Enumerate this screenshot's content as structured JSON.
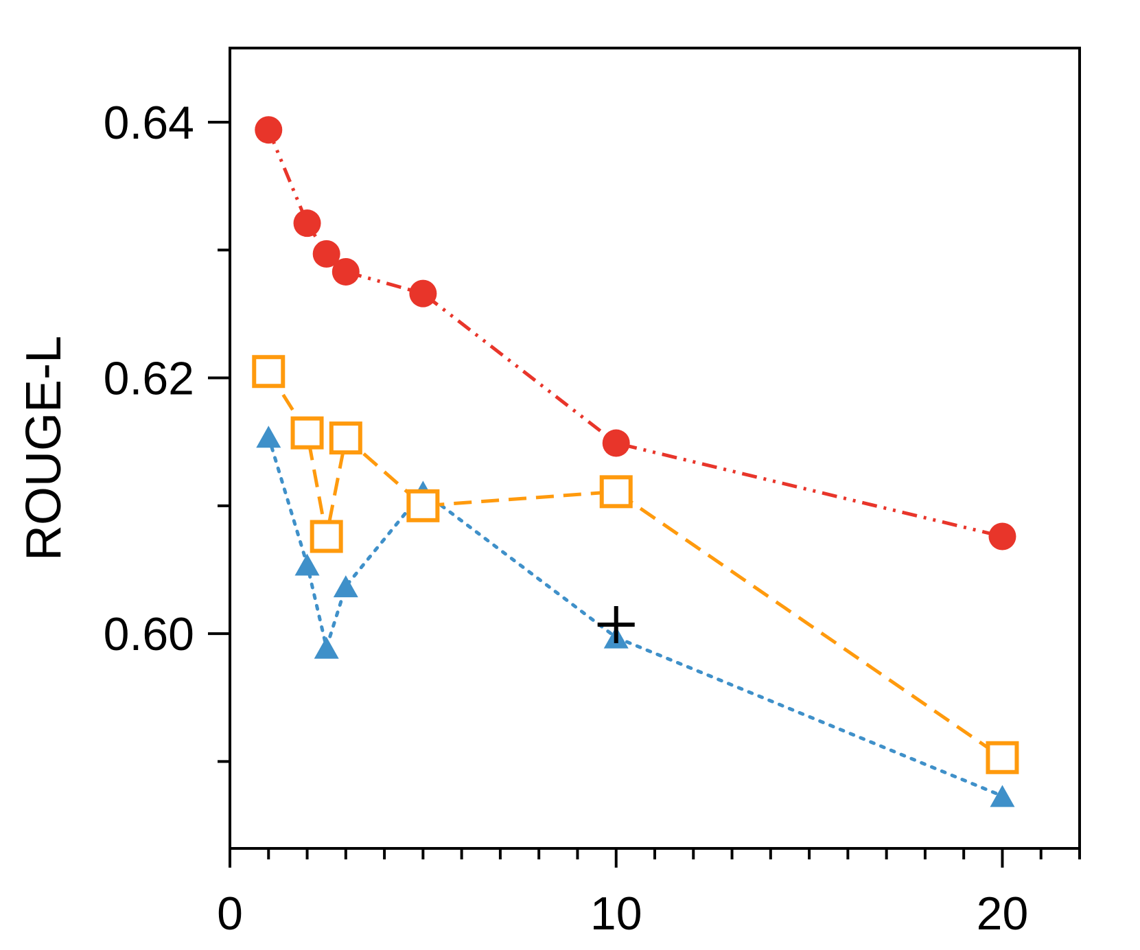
{
  "chart_data": {
    "type": "line",
    "title": "",
    "xlabel": "",
    "ylabel": "ROUGE-L",
    "xlim": [
      0,
      22
    ],
    "ylim": [
      0.5832,
      0.6458
    ],
    "x_major_ticks": [
      0,
      10,
      20
    ],
    "x_tick_labels": [
      "0",
      "10",
      "20"
    ],
    "x_minor_ticks": [
      1,
      2,
      3,
      4,
      5,
      6,
      7,
      8,
      9,
      11,
      12,
      13,
      14,
      15,
      16,
      17,
      18,
      19,
      21,
      22
    ],
    "y_major_ticks": [
      0.6,
      0.62,
      0.64
    ],
    "y_tick_labels": [
      "0.60",
      "0.62",
      "0.64"
    ],
    "y_minor_ticks": [
      0.59,
      0.61,
      0.63
    ],
    "grid": false,
    "series": [
      {
        "color": "#e8352a",
        "marker": "circle",
        "line_style": "dash-dot-dot",
        "points": [
          [
            1,
            0.6394
          ],
          [
            2,
            0.6321
          ],
          [
            2.5,
            0.6297
          ],
          [
            3,
            0.6283
          ],
          [
            5,
            0.6266
          ],
          [
            10,
            0.6149
          ],
          [
            20,
            0.6076
          ]
        ]
      },
      {
        "color": "#ff9a0d",
        "marker": "open-square",
        "line_style": "dashed",
        "points": [
          [
            1,
            0.6205
          ],
          [
            2,
            0.6157
          ],
          [
            2.5,
            0.6076
          ],
          [
            3,
            0.6153
          ],
          [
            5,
            0.61
          ],
          [
            10,
            0.6111
          ],
          [
            20,
            0.5903
          ]
        ]
      },
      {
        "color": "#3f90c9",
        "marker": "triangle",
        "line_style": "dotted",
        "points": [
          [
            1,
            0.6154
          ],
          [
            2,
            0.6054
          ],
          [
            2.5,
            0.5989
          ],
          [
            3,
            0.6037
          ],
          [
            5,
            0.6111
          ],
          [
            10,
            0.5997
          ],
          [
            20,
            0.5873
          ]
        ]
      },
      {
        "color": "#000000",
        "marker": "plus",
        "line_style": "none",
        "points": [
          [
            10,
            0.6007
          ]
        ]
      }
    ]
  }
}
